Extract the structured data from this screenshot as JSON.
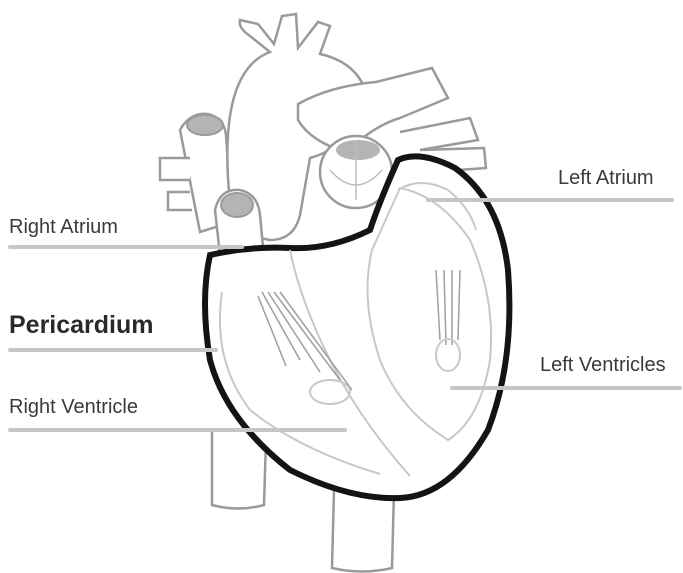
{
  "labels": {
    "right_atrium": "Right Atrium",
    "pericardium": "Pericardium",
    "right_ventricle": "Right Ventricle",
    "left_atrium": "Left Atrium",
    "left_ventricles": "Left Ventricles"
  }
}
